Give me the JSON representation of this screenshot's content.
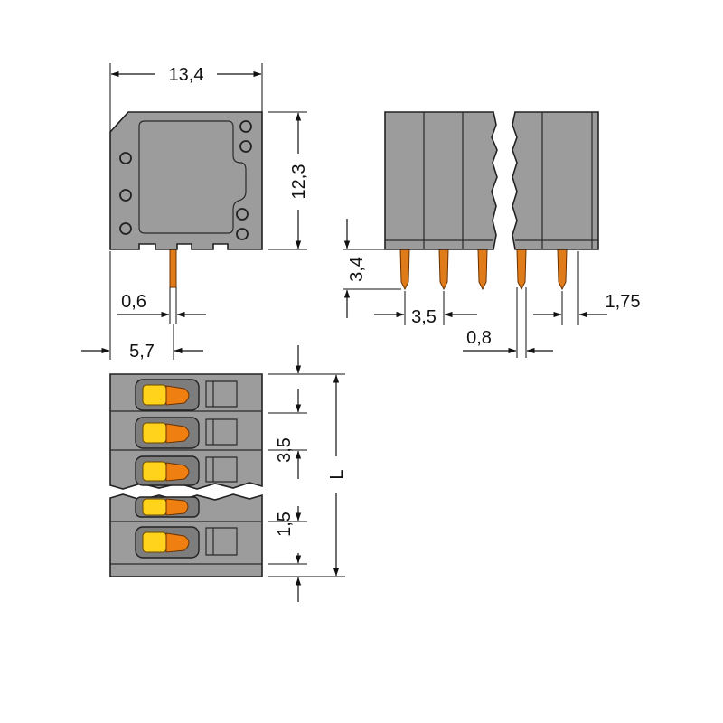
{
  "colors": {
    "housing": "#9c9c9c",
    "outline": "#222222",
    "pin": "#e07b1a",
    "button_yellow": "#ffd21c",
    "button_orange": "#f07f12",
    "dimension_line": "#111111"
  },
  "dimensions": {
    "width": "13,4",
    "height": "12,3",
    "pin_thickness": "0,6",
    "pin_offset": "5,7",
    "pin_length": "3,4",
    "pitch_side": "3,5",
    "pin_width": "0,8",
    "end_offset": "1,75",
    "pitch_top": "3,5",
    "button_spacing": "1,5",
    "total_length": "L"
  }
}
